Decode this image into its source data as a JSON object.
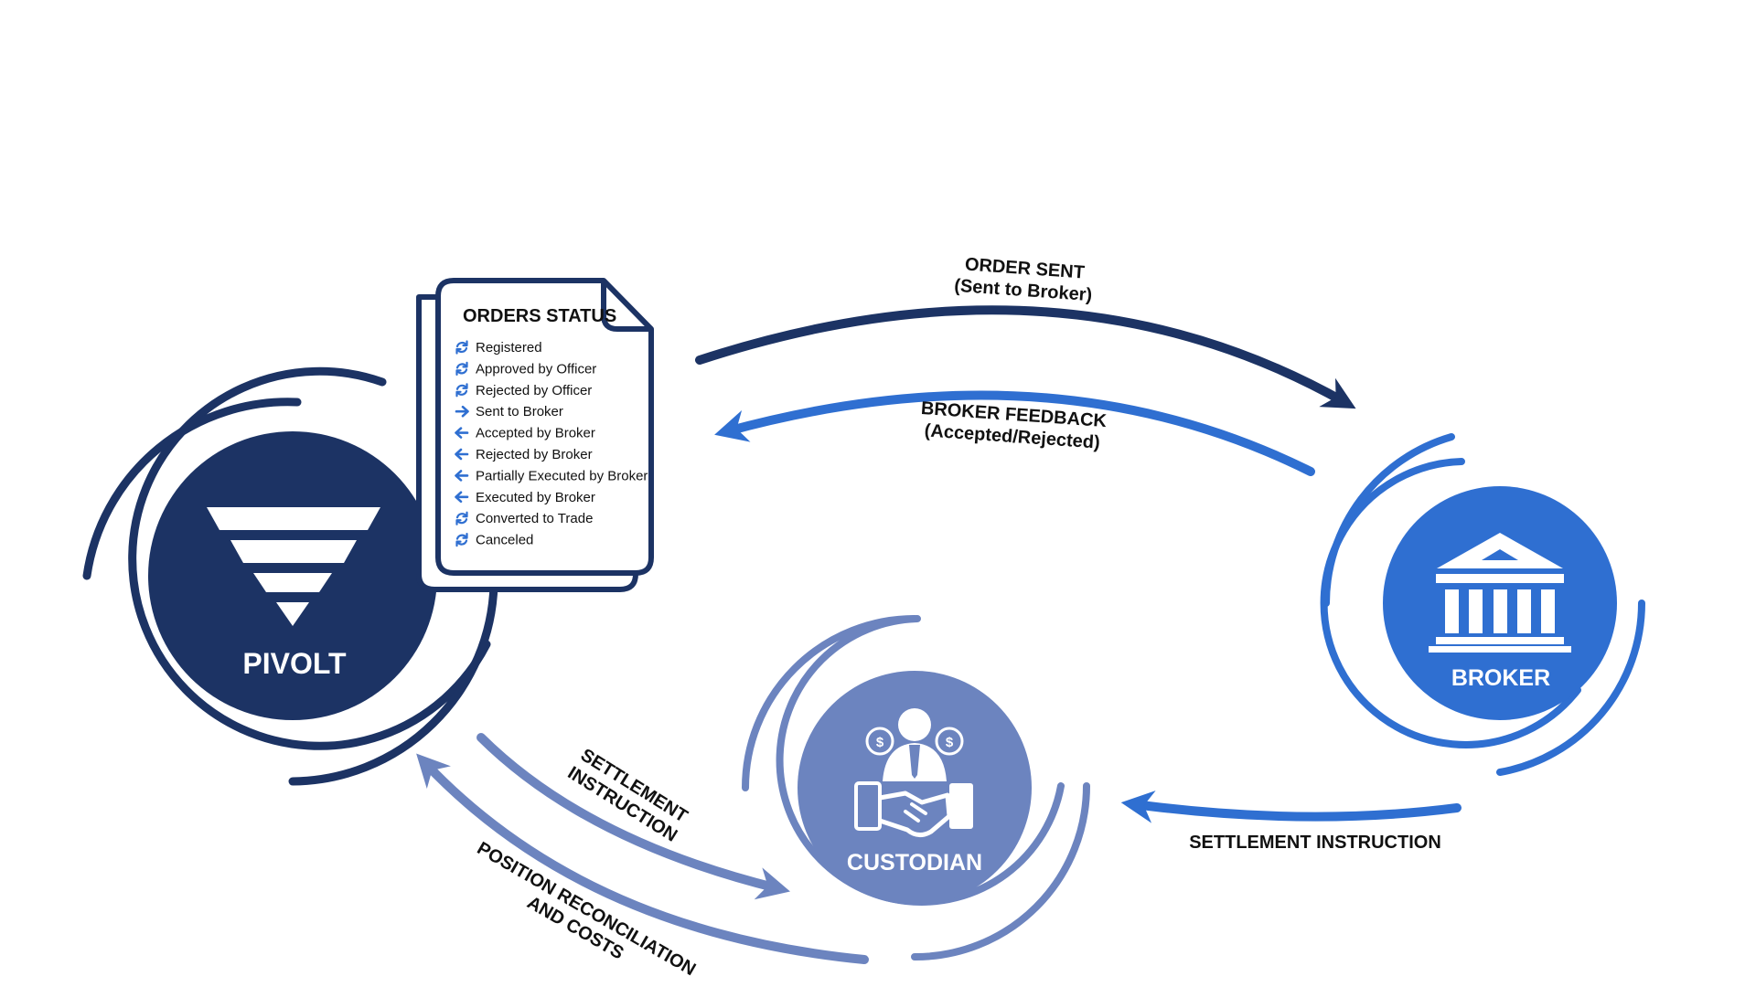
{
  "colors": {
    "pivolt": "#1c3364",
    "broker": "#2f6fd1",
    "custodian": "#6c84bf",
    "text": "#111111",
    "white": "#ffffff"
  },
  "nodes": {
    "pivolt": {
      "label": "PIVOLT",
      "icon": "funnel-icon"
    },
    "broker": {
      "label": "BROKER",
      "icon": "bank-building-icon"
    },
    "custodian": {
      "label": "CUSTODIAN",
      "icon": "handshake-agent-icon"
    }
  },
  "orders_status": {
    "title": "ORDERS STATUS",
    "items": [
      {
        "icon": "refresh-icon",
        "text": "Registered"
      },
      {
        "icon": "refresh-icon",
        "text": "Approved by Officer"
      },
      {
        "icon": "refresh-icon",
        "text": "Rejected by Officer"
      },
      {
        "icon": "arrow-right-icon",
        "text": "Sent to Broker"
      },
      {
        "icon": "arrow-left-icon",
        "text": "Accepted by Broker"
      },
      {
        "icon": "arrow-left-icon",
        "text": "Rejected by Broker"
      },
      {
        "icon": "arrow-left-icon",
        "text": "Partially Executed by Broker"
      },
      {
        "icon": "arrow-left-icon",
        "text": "Executed by Broker"
      },
      {
        "icon": "refresh-icon",
        "text": "Converted to Trade"
      },
      {
        "icon": "refresh-icon",
        "text": "Canceled"
      }
    ]
  },
  "flows": {
    "order_sent": {
      "line1": "ORDER SENT",
      "line2": "(Sent to Broker)"
    },
    "broker_feedback": {
      "line1": "BROKER FEEDBACK",
      "line2": "(Accepted/Rejected)"
    },
    "settlement_broker": {
      "line1": "SETTLEMENT INSTRUCTION"
    },
    "settlement_pivolt": {
      "line1": "SETTLEMENT",
      "line2": "INSTRUCTION"
    },
    "reconciliation": {
      "line1": "POSITION RECONCILIATION",
      "line2": "AND COSTS"
    }
  }
}
